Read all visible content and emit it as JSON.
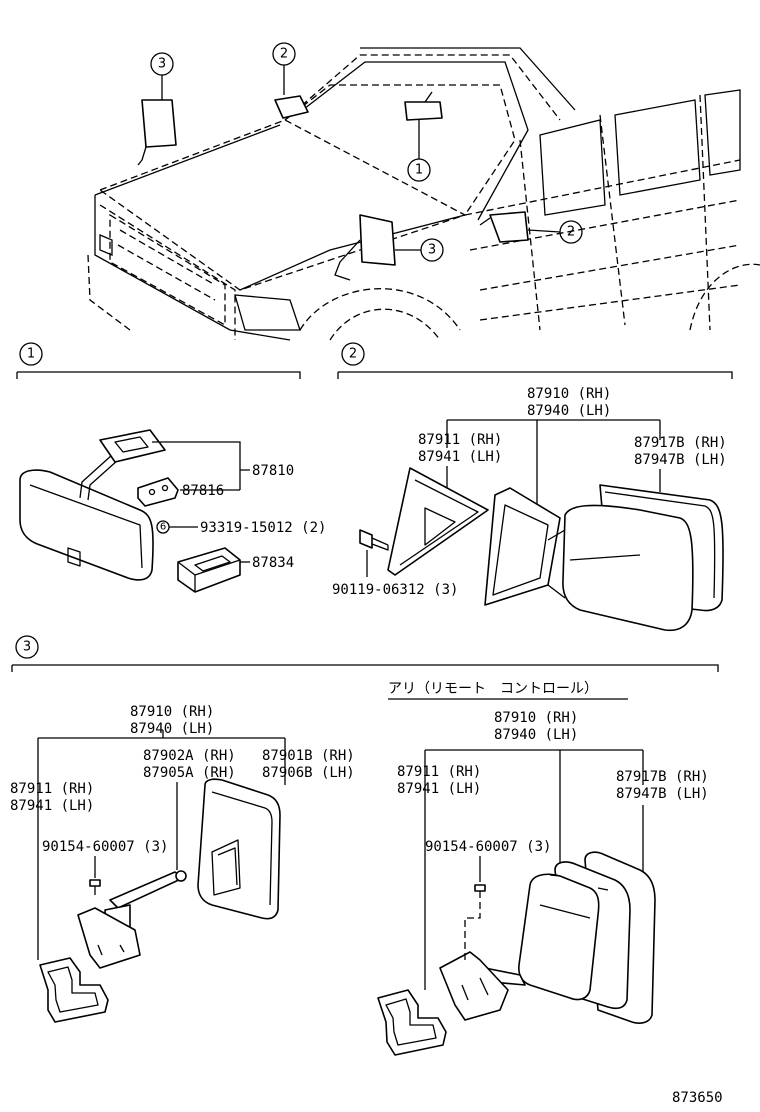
{
  "callouts": {
    "top_mirror_left": "3",
    "top_mirror_hood": "2",
    "top_inner": "1",
    "top_side_mirror": "2",
    "top_fender": "3",
    "section_1": "1",
    "section_2": "2",
    "section_3": "3"
  },
  "section1": {
    "p87810": "87810",
    "p87816": "87816",
    "screw_mark": "6",
    "p93319": "93319-15012 (2)",
    "p87834": "87834"
  },
  "section2": {
    "p87910": "87910 (RH)",
    "p87940": "87940 (LH)",
    "p87911": "87911 (RH)",
    "p87941": "87941 (LH)",
    "p87917B": "87917B (RH)",
    "p87947B": "87947B (LH)",
    "p90119": "90119-06312 (3)"
  },
  "section3_left": {
    "p87910": "87910 (RH)",
    "p87940": "87940 (LH)",
    "p87902A": "87902A (RH)",
    "p87905A": "87905A (RH)",
    "p87901B": "87901B (RH)",
    "p87906B": "87906B (LH)",
    "p87911": "87911 (RH)",
    "p87941": "87941 (LH)",
    "p90154": "90154-60007 (3)"
  },
  "section3_right": {
    "heading": "アリ（リモート　コントロール）",
    "p87910": "87910 (RH)",
    "p87940": "87940 (LH)",
    "p87911": "87911 (RH)",
    "p87941": "87941 (LH)",
    "p87917B": "87917B (RH)",
    "p87947B": "87947B (LH)",
    "p90154": "90154-60007 (3)"
  },
  "diagram_id": "873650"
}
